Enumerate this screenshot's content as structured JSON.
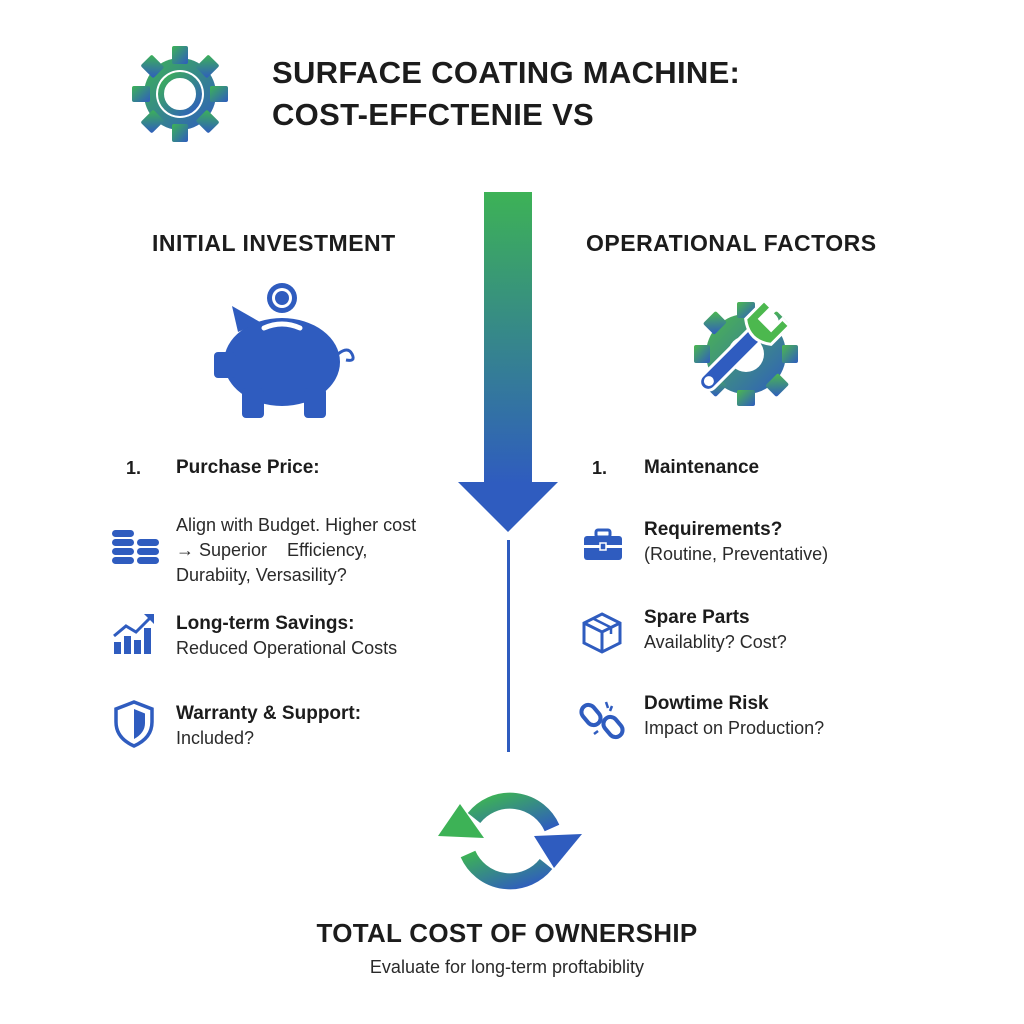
{
  "colors": {
    "blue": "#2f5cbf",
    "green": "#3db256",
    "text": "#1c1c1c"
  },
  "header": {
    "icon": "gear-icon",
    "title_line1": "SURFACE COATING MACHINE:",
    "title_line2": "COST-EFFCTENIE VS"
  },
  "left": {
    "heading": "INITIAL INVESTMENT",
    "icon": "piggy-bank-icon",
    "number": "1.",
    "item1_title": "Purchase Price:",
    "item2": {
      "icon": "coin-stack-icon",
      "line1": "Align with Budget. Higher cost",
      "line2": "→ Superior    Efficiency,",
      "line3": "Durabiity, Versasility?"
    },
    "item3": {
      "icon": "growth-chart-icon",
      "title": "Long-term Savings:",
      "text": "Reduced Operational Costs"
    },
    "item4": {
      "icon": "shield-icon",
      "title": "Warranty & Support:",
      "text": "Included?"
    }
  },
  "right": {
    "heading": "OPERATIONAL FACTORS",
    "icon": "wrench-gear-icon",
    "number": "1.",
    "item1_title": "Maintenance",
    "item2": {
      "icon": "toolbox-icon",
      "title": "Requirements?",
      "text": "(Routine, Preventative)"
    },
    "item3": {
      "icon": "box-icon",
      "title": "Spare Parts",
      "text": "Availablity? Cost?"
    },
    "item4": {
      "icon": "broken-link-icon",
      "title": "Dowtime Risk",
      "text": "Impact on Production?"
    }
  },
  "center": {
    "arrow_icon": "down-arrow-icon",
    "cycle_icon": "cycle-arrows-icon"
  },
  "footer": {
    "title": "TOTAL COST OF OWNERSHIP",
    "subtitle": "Evaluate for long-term proftabiblity"
  }
}
